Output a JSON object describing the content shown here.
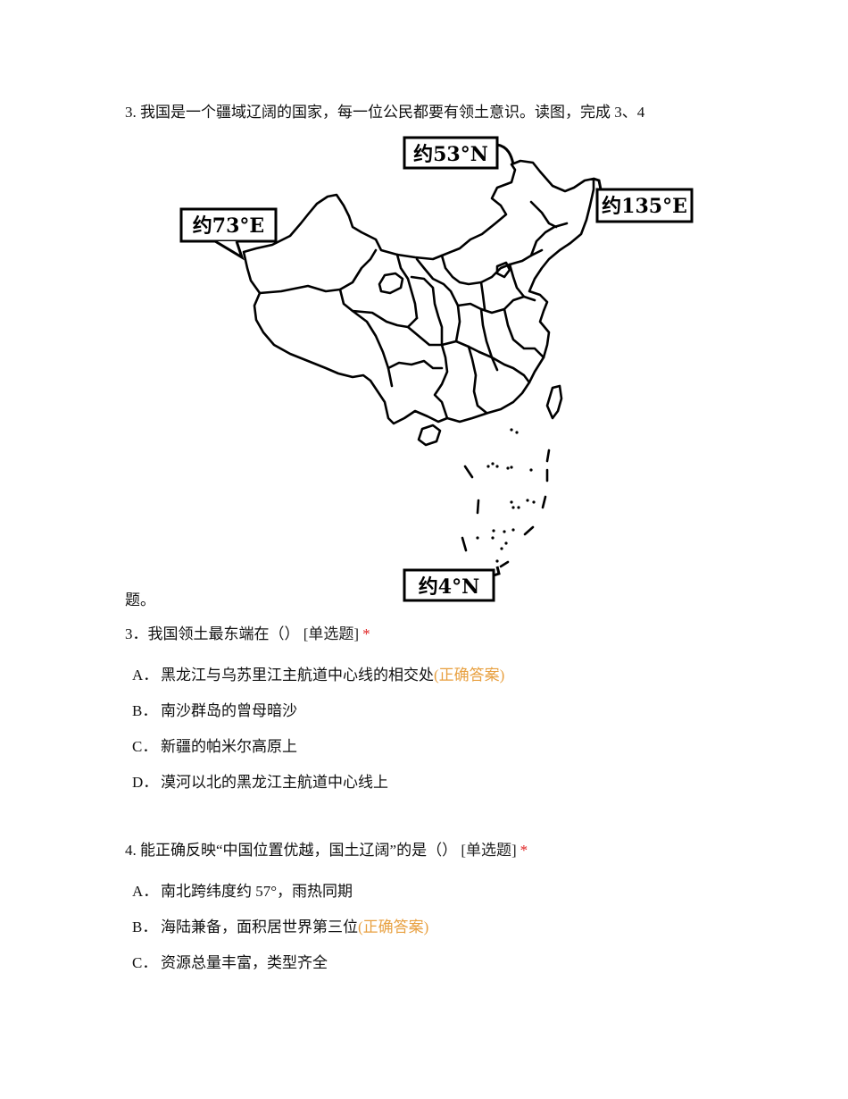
{
  "intro": {
    "text_line1": "3. 我国是一个疆域辽阔的国家，每一位公民都要有领土意识。读图，完成 3、4",
    "text_line2": "题。"
  },
  "map": {
    "labels": {
      "west": "约73°E",
      "north": "约53°N",
      "east": "约135°E",
      "south": "约4°N"
    }
  },
  "questions": [
    {
      "number": "3．",
      "title": "我国领土最东端在（）",
      "type": "[单选题]",
      "required_mark": "*",
      "options": [
        {
          "letter": "A．",
          "text": "黑龙江与乌苏里江主航道中心线的相交处",
          "correct_label": "(正确答案)"
        },
        {
          "letter": "B．",
          "text": "南沙群岛的曾母暗沙",
          "correct_label": ""
        },
        {
          "letter": "C．",
          "text": "新疆的帕米尔高原上",
          "correct_label": ""
        },
        {
          "letter": "D．",
          "text": "漠河以北的黑龙江主航道中心线上",
          "correct_label": ""
        }
      ]
    },
    {
      "number": "4. ",
      "title": "能正确反映“中国位置优越，国土辽阔”的是（）",
      "type": "[单选题]",
      "required_mark": "*",
      "options": [
        {
          "letter": "A．",
          "text": "南北跨纬度约 57°，雨热同期",
          "correct_label": ""
        },
        {
          "letter": "B．",
          "text": "海陆兼备，面积居世界第三位",
          "correct_label": "(正确答案)"
        },
        {
          "letter": "C．",
          "text": "资源总量丰富，类型齐全",
          "correct_label": ""
        }
      ]
    }
  ],
  "colors": {
    "required": "#e02020",
    "correct_answer": "#e8a040"
  }
}
